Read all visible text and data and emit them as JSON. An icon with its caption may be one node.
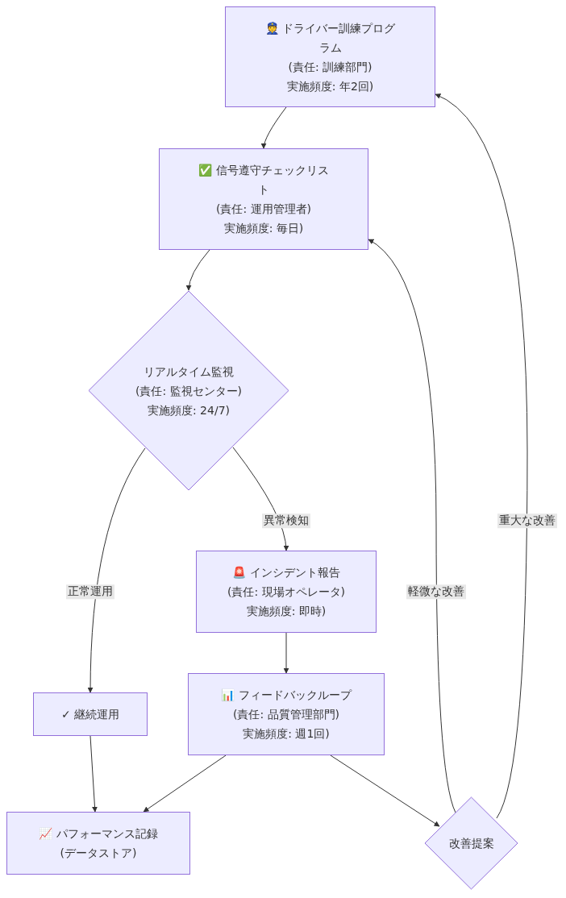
{
  "diagram": {
    "nodes": [
      {
        "text": [
          "👮 ドライバー訓練プログラム",
          "(責任: 訓練部門)",
          "実施頻度: 年2回)"
        ]
      },
      {
        "text": [
          "✅ 信号遵守チェックリスト",
          "(責任: 運用管理者)",
          "実施頻度: 毎日)"
        ]
      },
      {
        "text": [
          "リアルタイム監視",
          "(責任: 監視センター)",
          "実施頻度: 24/7)"
        ]
      },
      {
        "text": [
          "🚨 インシデント報告",
          "(責任: 現場オペレータ)",
          "実施頻度: 即時)"
        ]
      },
      {
        "text": [
          "✓ 継続運用"
        ]
      },
      {
        "text": [
          "📊 フィードバックループ",
          "(責任: 品質管理部門)",
          "実施頻度: 週1回)"
        ]
      },
      {
        "text": [
          "📈 パフォーマンス記録",
          "(データストア)"
        ]
      },
      {
        "text": [
          "改善提案"
        ]
      }
    ],
    "edges": [
      {
        "from": 0,
        "to": 1,
        "arrow": "to"
      },
      {
        "from": 1,
        "to": 2,
        "arrow": "to"
      },
      {
        "from": 2,
        "to": 3,
        "arrow": "to",
        "label": "異常検知"
      },
      {
        "from": 2,
        "to": 4,
        "arrow": "to",
        "label": "正常運用"
      },
      {
        "from": 3,
        "to": 5,
        "arrow": "to"
      },
      {
        "from": 4,
        "to": 6,
        "arrow": "to"
      },
      {
        "from": 5,
        "to": 6,
        "arrow": "to"
      },
      {
        "from": 5,
        "to": 7,
        "arrow": "to"
      },
      {
        "from": 7,
        "to": 1,
        "arrow": "to",
        "label": "軽微な改善"
      },
      {
        "from": 7,
        "to": 0,
        "arrow": "to",
        "label": "重大な改善"
      }
    ]
  }
}
